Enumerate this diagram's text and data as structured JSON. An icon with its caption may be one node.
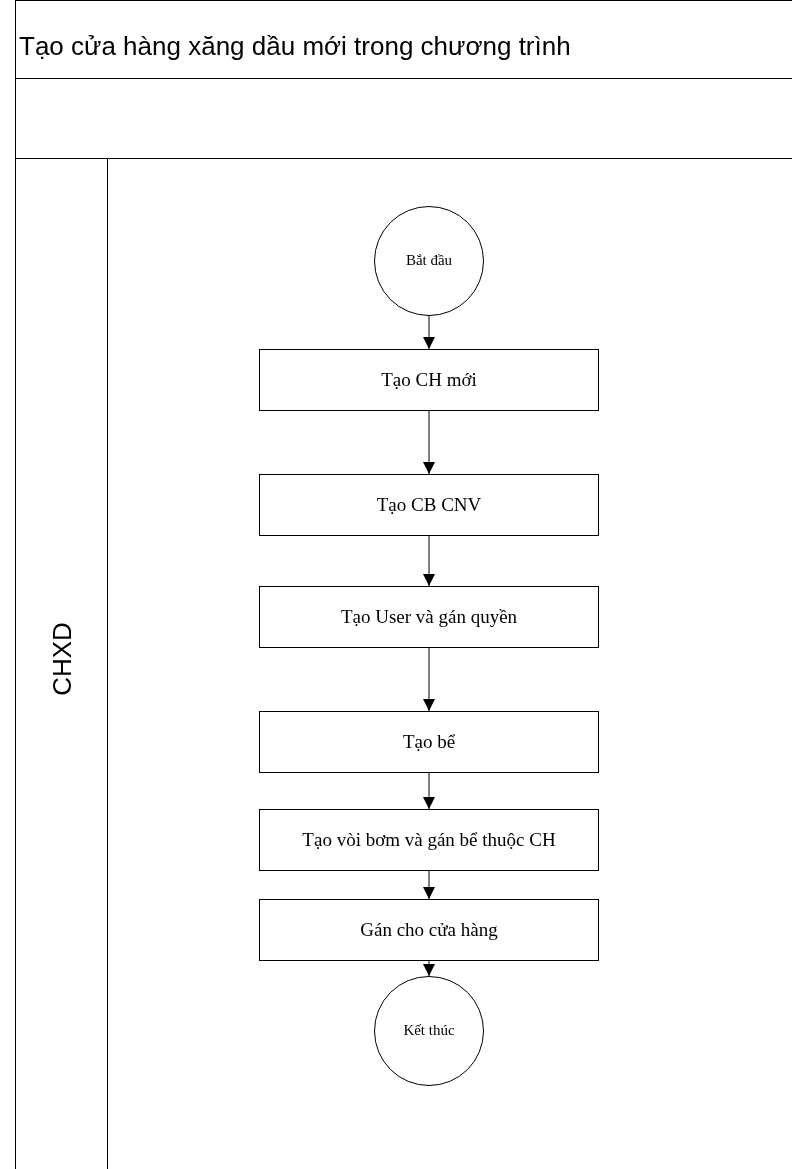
{
  "diagram": {
    "title": "Tạo cửa hàng xăng dầu mới trong chương trình",
    "nodes": [
      {
        "text": [
          "CHXD"
        ]
      },
      {
        "text": [
          "Bắt đầu"
        ],
        "in": 0
      },
      {
        "text": [
          "Tạo CH mới"
        ],
        "in": 0
      },
      {
        "text": [
          "Tạo CB CNV"
        ],
        "in": 0
      },
      {
        "text": [
          "Tạo User và gán quyền"
        ],
        "in": 0
      },
      {
        "text": [
          "Tạo bể"
        ],
        "in": 0
      },
      {
        "text": [
          "Tạo vòi bơm và gán bể thuộc CH"
        ],
        "in": 0
      },
      {
        "text": [
          "Gán cho cửa hàng"
        ],
        "in": 0
      },
      {
        "text": [
          "Kết thúc"
        ],
        "in": 0
      }
    ],
    "edges": [
      {
        "from": 1,
        "to": 2,
        "arrow": "to"
      },
      {
        "from": 2,
        "to": 3,
        "arrow": "to"
      },
      {
        "from": 3,
        "to": 4,
        "arrow": "to"
      },
      {
        "from": 4,
        "to": 5,
        "arrow": "to"
      },
      {
        "from": 5,
        "to": 6,
        "arrow": "to"
      },
      {
        "from": 6,
        "to": 7,
        "arrow": "to"
      },
      {
        "from": 7,
        "to": 8,
        "arrow": "to"
      }
    ]
  }
}
